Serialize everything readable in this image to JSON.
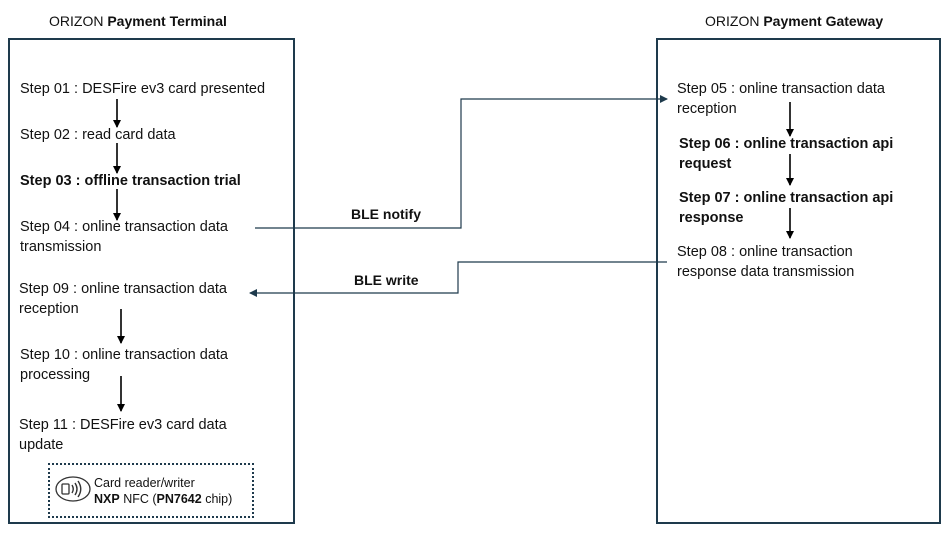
{
  "terminal": {
    "title_prefix": "ORIZON",
    "title_bold": "Payment Terminal",
    "steps": [
      {
        "line1": "Step 01 : DESFire ev3 card presented",
        "line2": ""
      },
      {
        "line1": "Step 02 : read card data",
        "line2": ""
      },
      {
        "line1": "Step 03 : offline transaction trial",
        "line2": ""
      },
      {
        "line1": "Step 04 : online transaction data",
        "line2": "transmission"
      },
      {
        "line1": "Step 09 : online transaction data",
        "line2": "reception"
      },
      {
        "line1": "Step 10 : online transaction data",
        "line2": "processing"
      },
      {
        "line1": "Step 11 : DESFire ev3 card data",
        "line2": "update"
      }
    ],
    "reader": {
      "label": "Card reader/writer",
      "brand": "NXP",
      "nfc": "NFC (",
      "chip": "PN7642",
      "suffix": "chip)",
      "icon": "nfc-contactless-icon"
    }
  },
  "gateway": {
    "title_prefix": "ORIZON",
    "title_bold": "Payment Gateway",
    "steps": [
      {
        "line1": "Step 05 : online transaction data",
        "line2": "reception"
      },
      {
        "line1": "Step 06 : online transaction api",
        "line2": "request"
      },
      {
        "line1": "Step 07 : online transaction api",
        "line2": "response"
      },
      {
        "line1": "Step 08 : online transaction",
        "line2": "response data transmission"
      }
    ]
  },
  "messages": {
    "notify": "BLE notify",
    "write": "BLE write"
  },
  "colors": {
    "panel_border": "#1e3a4c",
    "connector": "#1e3a4c",
    "arrow": "#000000"
  }
}
